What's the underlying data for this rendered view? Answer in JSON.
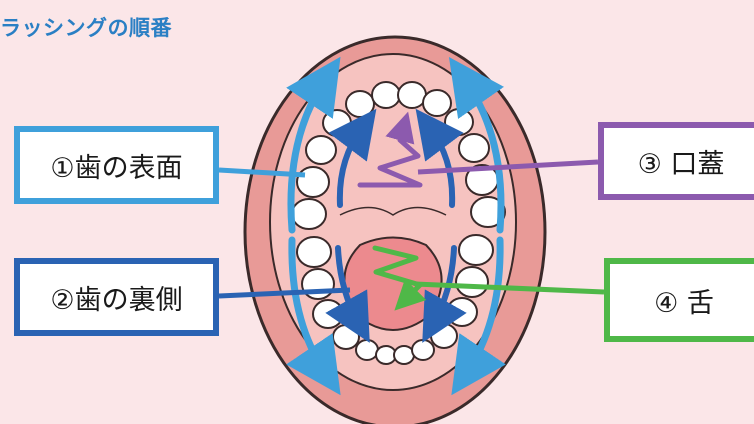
{
  "title": "ラッシングの順番",
  "labels": {
    "step1": "①歯の表面",
    "step2": "②歯の裏側",
    "step3": "③ 口蓋",
    "step4": "④ 舌"
  },
  "colors": {
    "background": "#fbe6e8",
    "title": "#2a7fc4",
    "step1": "#3fa0db",
    "step2": "#2a63b3",
    "step3": "#8c5aae",
    "step4": "#4fb848",
    "lips": "#e89a97",
    "lip_outline": "#3a2a2a",
    "mouth_inner": "#f6c3c0",
    "tongue": "#ec8a8e",
    "teeth": "#ffffff"
  }
}
